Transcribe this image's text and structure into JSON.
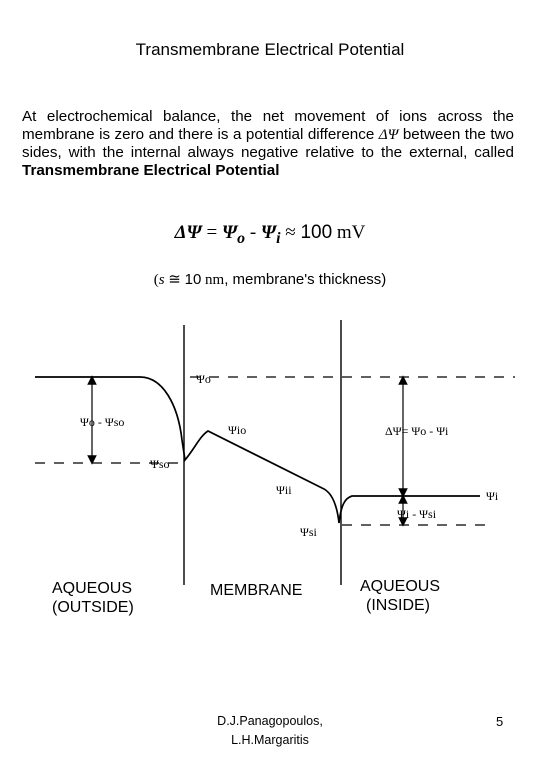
{
  "title": "Transmembrane Electrical Potential",
  "paragraph": {
    "part1": "At electrochemical balance, the net movement of ions across the membrane is zero and there is a potential difference ",
    "symbol": "ΔΨ",
    "part2": " between the two sides, with the internal always negative relative to the external, called ",
    "bold": "Transmembrane Electrical Potential"
  },
  "equation": {
    "delta_psi": "ΔΨ",
    "eq": " = ",
    "psi_o": "Ψ",
    "sub_o": "o",
    "minus": " - ",
    "psi_i": "Ψ",
    "sub_i": "i",
    "approx": " ≈ ",
    "value": "100",
    "unit": " mV"
  },
  "thickness": {
    "open": "(",
    "symbol": "s",
    "cong": " ≅ ",
    "value": "10",
    "unit": " nm",
    "text": ", membrane's thickness)"
  },
  "diagram": {
    "labels": {
      "psi_o": "Ψo",
      "psi_o_minus_psi_so": "Ψo - Ψso",
      "psi_io": "Ψio",
      "psi_so": "Ψso",
      "psi_ii": "Ψii",
      "psi_si": "Ψsi",
      "delta_psi_eq": "ΔΨ= Ψo - Ψi",
      "psi_i": "Ψi",
      "psi_i_minus_psi_si": "Ψi - Ψsi"
    },
    "regions": {
      "outside_1": "AQUEOUS",
      "outside_2": "(OUTSIDE)",
      "membrane": "MEMBRANE",
      "inside_1": "AQUEOUS",
      "inside_2": "(INSIDE)"
    }
  },
  "footer": {
    "line1": "D.J.Panagopoulos,",
    "line2": "L.H.Margaritis",
    "page": "5"
  }
}
